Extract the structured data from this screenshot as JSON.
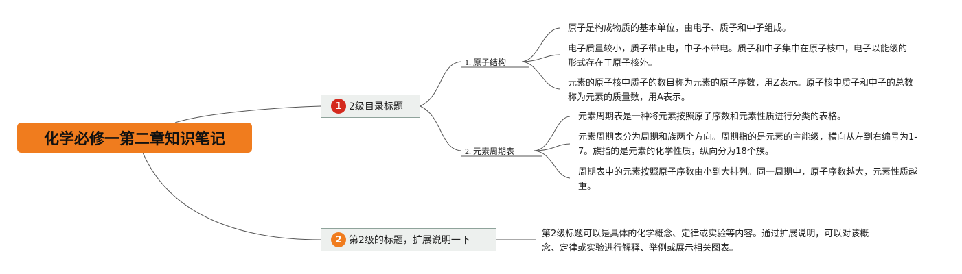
{
  "mindmap": {
    "root": {
      "label": "化学必修一第二章知识笔记",
      "color": "#f07c1e"
    },
    "branches": [
      {
        "number": "1",
        "badge_color": "#d42a1e",
        "label": "2级目录标题",
        "children": [
          {
            "label": "1. 原子结构",
            "notes": [
              "原子是构成物质的基本单位，由电子、质子和中子组成。",
              "电子质量较小，质子带正电，中子不带电。质子和中子集中在原子核中，电子以能级的形式存在于原子核外。",
              "元素的原子核中质子的数目称为元素的原子序数，用Z表示。原子核中质子和中子的总数称为元素的质量数，用A表示。"
            ]
          },
          {
            "label": "2. 元素周期表",
            "notes": [
              "元素周期表是一种将元素按照原子序数和元素性质进行分类的表格。",
              "元素周期表分为周期和族两个方向。周期指的是元素的主能级，横向从左到右编号为1-7。族指的是元素的化学性质，纵向分为18个族。",
              "周期表中的元素按照原子序数由小到大排列。同一周期中，原子序数越大，元素性质越重。"
            ]
          }
        ]
      },
      {
        "number": "2",
        "badge_color": "#f07c1e",
        "label": "第2级的标题，扩展说明一下",
        "note": "第2级标题可以是具体的化学概念、定律或实验等内容。通过扩展说明，可以对该概念、定律或实验进行解释、举例或展示相关图表。"
      }
    ],
    "line_color": "#555555"
  }
}
